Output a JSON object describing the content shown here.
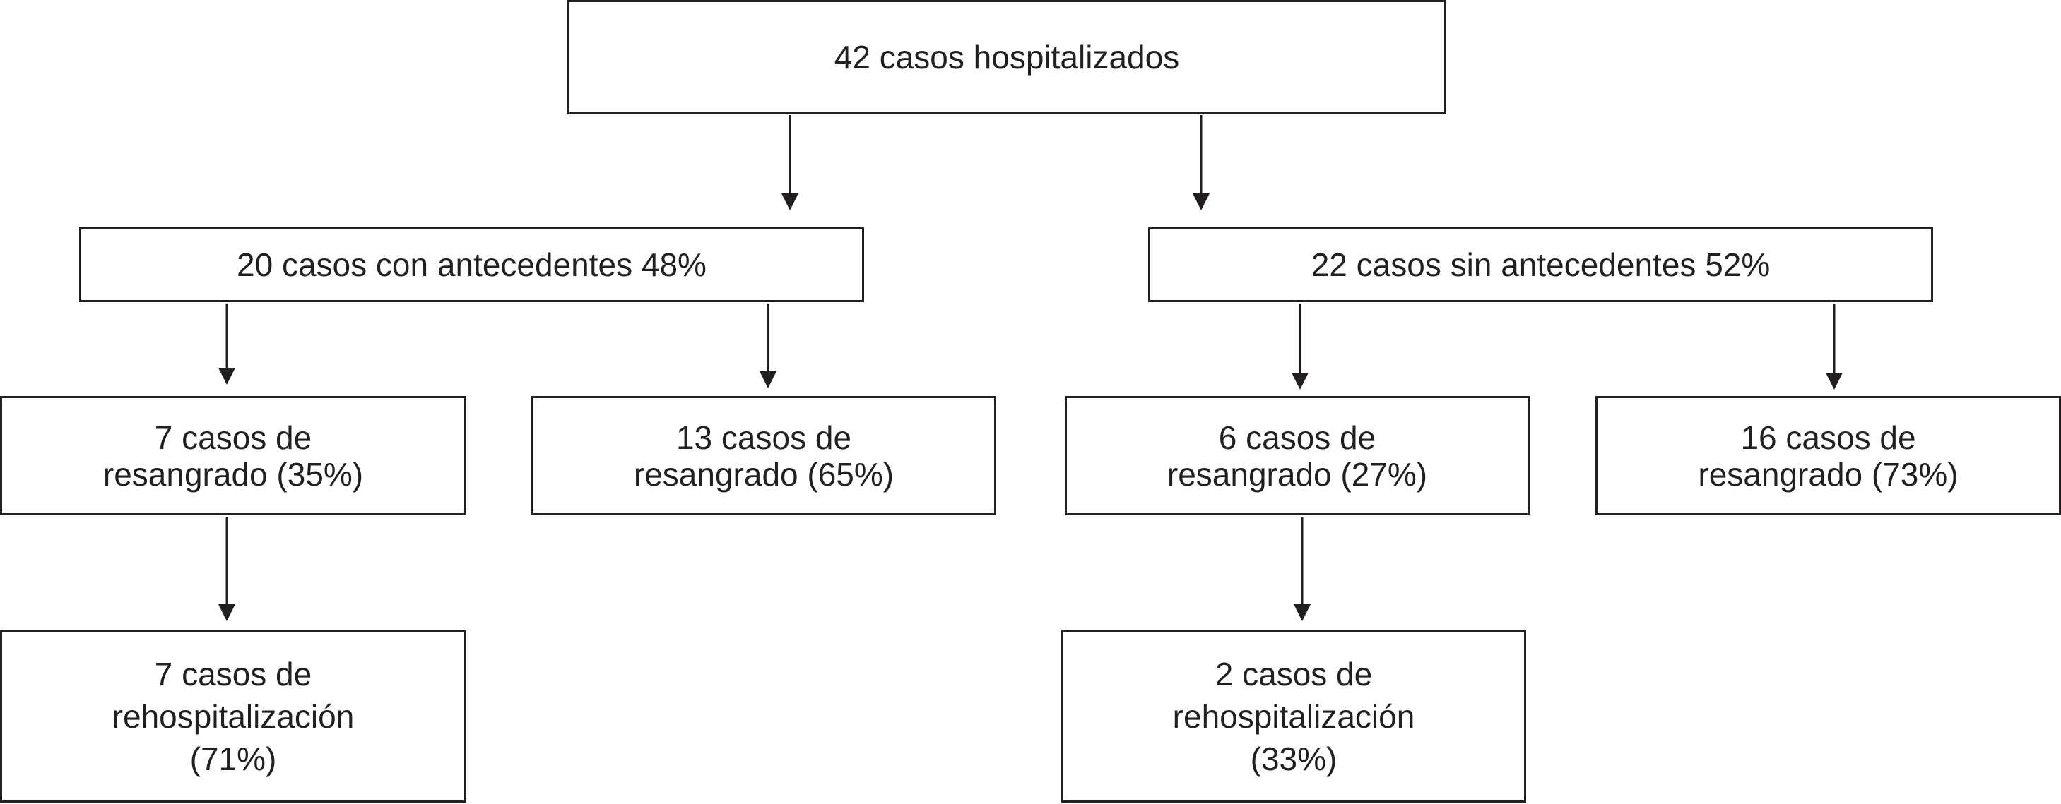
{
  "diagram": {
    "total": {
      "line1": "42 casos hospitalizados"
    },
    "con_antecedentes": {
      "line1": "20 casos con antecedentes 48%"
    },
    "sin_antecedentes": {
      "line1": "22 casos sin antecedentes 52%"
    },
    "con_resangrado_7": {
      "line1": "7 casos de",
      "line2": "resangrado (35%)"
    },
    "con_resangrado_13": {
      "line1": "13 casos de",
      "line2": "resangrado (65%)"
    },
    "sin_resangrado_6": {
      "line1": "6 casos de",
      "line2": "resangrado (27%)"
    },
    "sin_resangrado_16": {
      "line1": "16 casos de",
      "line2": "resangrado (73%)"
    },
    "con_rehospitalizacion": {
      "line1": "7 casos de",
      "line2": "rehospitalización",
      "line3": "(71%)"
    },
    "sin_rehospitalizacion": {
      "line1": "2 casos de",
      "line2": "rehospitalización",
      "line3": "(33%)"
    }
  }
}
